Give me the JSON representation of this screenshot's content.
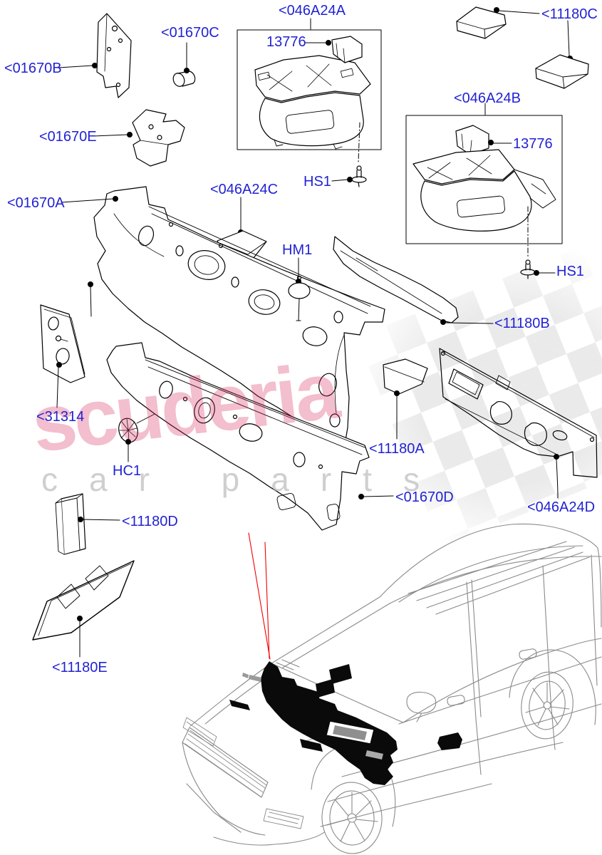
{
  "page": {
    "type": "parts-exploded-diagram",
    "background": "#ffffff"
  },
  "colors": {
    "callout_blue": "#2222d4",
    "line_black": "#000000",
    "red_pointer": "#f20000",
    "watermark_pink": "rgba(214,40,90,0.30)",
    "watermark_gray": "rgba(168,168,168,0.55)",
    "checker_gray": "#e5e5e5",
    "vehicle_line_gray": "#8a8a8a",
    "insulation_fill": "#0a0a0a"
  },
  "watermark": {
    "brand": "scuderia",
    "tagline": "car parts"
  },
  "callouts": [
    {
      "id": "01670B",
      "text": "<01670B"
    },
    {
      "id": "01670C",
      "text": "<01670C"
    },
    {
      "id": "046A24A",
      "text": "<046A24A"
    },
    {
      "id": "13776-a",
      "text": "13776"
    },
    {
      "id": "11180C",
      "text": "<11180C"
    },
    {
      "id": "046A24B",
      "text": "<046A24B"
    },
    {
      "id": "13776-b",
      "text": "13776"
    },
    {
      "id": "HS1-b",
      "text": "HS1"
    },
    {
      "id": "01670E",
      "text": "<01670E"
    },
    {
      "id": "046A24C",
      "text": "<046A24C"
    },
    {
      "id": "HS1-a",
      "text": "HS1"
    },
    {
      "id": "01670A",
      "text": "<01670A"
    },
    {
      "id": "HM1",
      "text": "HM1"
    },
    {
      "id": "11180B",
      "text": "<11180B"
    },
    {
      "id": "31314",
      "text": "<31314"
    },
    {
      "id": "11180A",
      "text": "<11180A"
    },
    {
      "id": "HC1",
      "text": "HC1"
    },
    {
      "id": "01670D",
      "text": "<01670D"
    },
    {
      "id": "046A24D",
      "text": "<046A24D"
    },
    {
      "id": "11180D",
      "text": "<11180D"
    },
    {
      "id": "11180E",
      "text": "<11180E"
    }
  ]
}
